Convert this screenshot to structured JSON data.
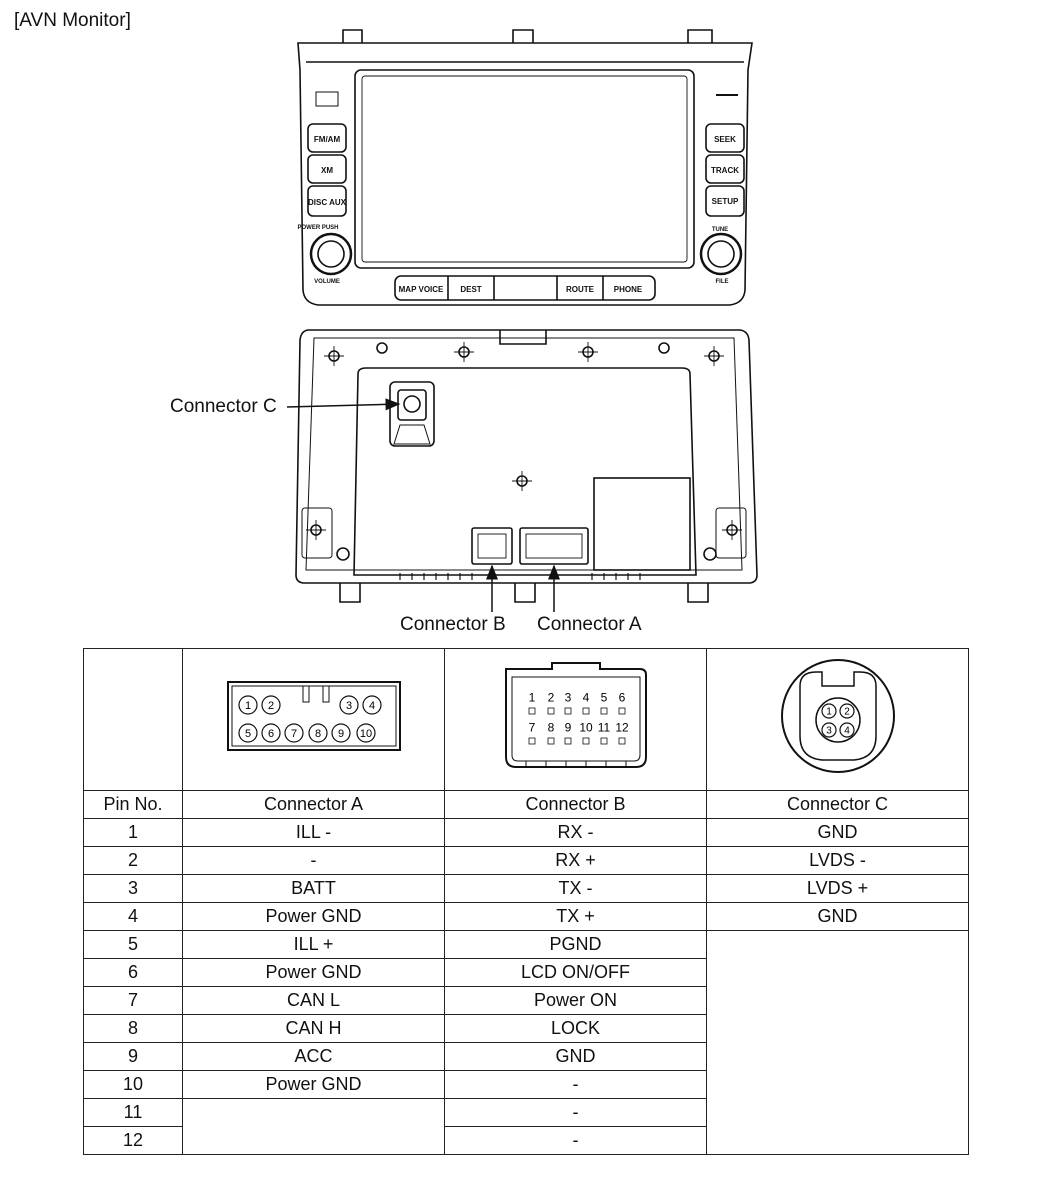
{
  "title": "[AVN Monitor]",
  "front_panel": {
    "left_buttons": [
      "FM/AM",
      "XM",
      "DISC AUX"
    ],
    "right_buttons": [
      "SEEK",
      "TRACK",
      "SETUP"
    ],
    "bottom_buttons": [
      "MAP VOICE",
      "DEST",
      "ROUTE",
      "PHONE"
    ],
    "power_label": "POWER PUSH",
    "volume_label": "VOLUME",
    "tune_label": "TUNE",
    "file_label": "FILE"
  },
  "callouts": {
    "connector_c": "Connector C",
    "connector_b": "Connector B",
    "connector_a": "Connector A"
  },
  "connector_icons": {
    "a_pins": [
      "1",
      "2",
      "3",
      "4",
      "5",
      "6",
      "7",
      "8",
      "9",
      "10"
    ],
    "b_pins": [
      "1",
      "2",
      "3",
      "4",
      "5",
      "6",
      "7",
      "8",
      "9",
      "10",
      "11",
      "12"
    ],
    "c_pins": [
      "1",
      "2",
      "3",
      "4"
    ]
  },
  "table": {
    "headers": [
      "Pin No.",
      "Connector A",
      "Connector B",
      "Connector C"
    ],
    "rows": [
      {
        "pin": "1",
        "a": "ILL -",
        "b": "RX -",
        "c": "GND"
      },
      {
        "pin": "2",
        "a": "-",
        "b": "RX +",
        "c": "LVDS -"
      },
      {
        "pin": "3",
        "a": "BATT",
        "b": "TX -",
        "c": "LVDS +"
      },
      {
        "pin": "4",
        "a": "Power GND",
        "b": "TX +",
        "c": "GND"
      },
      {
        "pin": "5",
        "a": "ILL +",
        "b": "PGND"
      },
      {
        "pin": "6",
        "a": "Power GND",
        "b": "LCD ON/OFF"
      },
      {
        "pin": "7",
        "a": "CAN L",
        "b": "Power ON"
      },
      {
        "pin": "8",
        "a": "CAN H",
        "b": "LOCK"
      },
      {
        "pin": "9",
        "a": "ACC",
        "b": "GND"
      },
      {
        "pin": "10",
        "a": "Power GND",
        "b": "-"
      },
      {
        "pin": "11",
        "b": "-"
      },
      {
        "pin": "12",
        "b": "-"
      }
    ]
  }
}
